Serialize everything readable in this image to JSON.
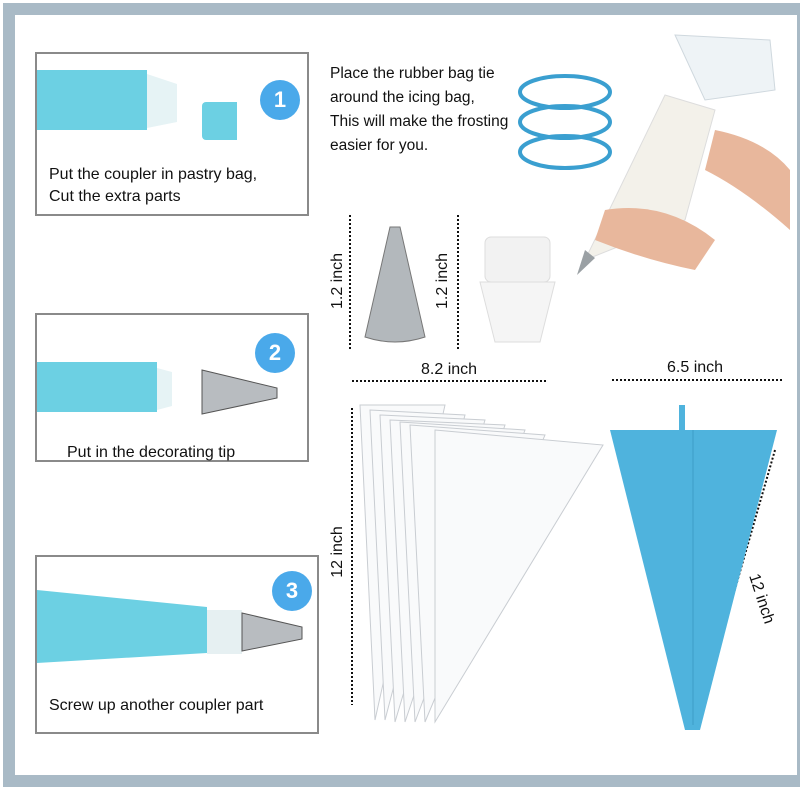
{
  "steps": [
    {
      "number": "1",
      "caption_lines": [
        "Put the coupler in pastry bag,",
        "Cut the extra parts"
      ]
    },
    {
      "number": "2",
      "caption_lines": [
        "Put in the decorating tip"
      ]
    },
    {
      "number": "3",
      "caption_lines": [
        "Screw up another coupler part"
      ]
    }
  ],
  "instruction": {
    "lines": [
      "Place the rubber bag tie",
      "around the icing bag,",
      "This will make the frosting",
      "easier for you."
    ]
  },
  "dimensions": {
    "tip_height": "1.2 inch",
    "coupler_height": "1.2 inch",
    "disposable_bag_width": "8.2 inch",
    "disposable_bag_length": "12 inch",
    "silicone_bag_width": "6.5 inch",
    "silicone_bag_length": "12 inch"
  },
  "colors": {
    "frame": "#a9bac6",
    "badge": "#4aa9ea",
    "silicone": "#4fb3dd",
    "tie": "#3a9fd0"
  }
}
